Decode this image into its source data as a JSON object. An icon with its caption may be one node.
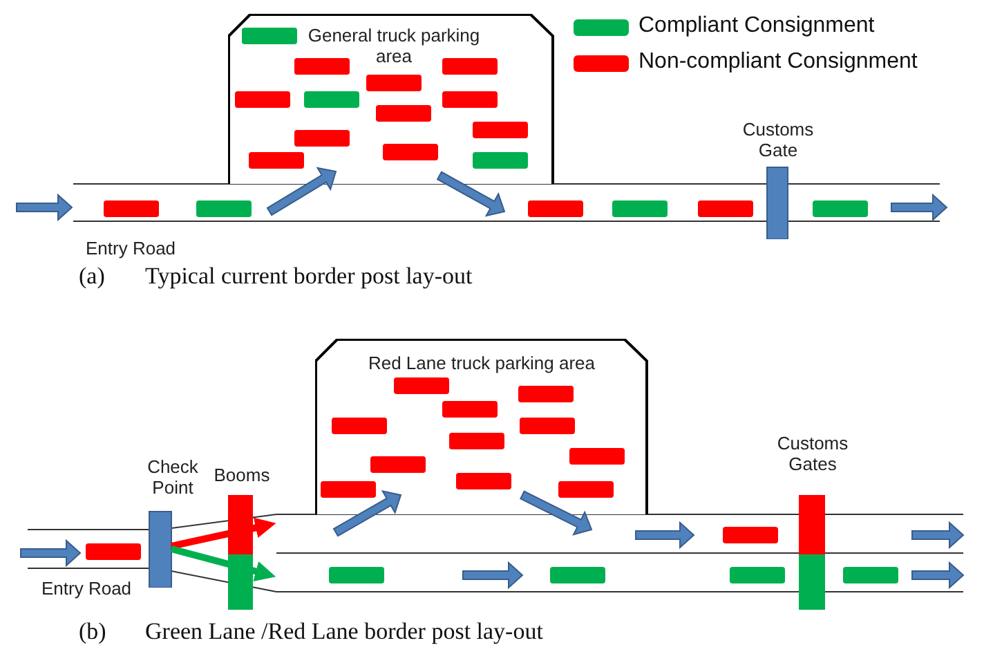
{
  "diagram": {
    "nodes": [
      {
        "text": [
          "General truck parking area"
        ]
      },
      {
        "text": [
          "Customs Gate"
        ]
      },
      {
        "text": [
          "Red Lane truck parking area"
        ]
      },
      {
        "text": [
          "Check Point"
        ]
      },
      {
        "text": [
          "Booms"
        ]
      },
      {
        "text": [
          "Customs Gates"
        ]
      }
    ],
    "edges": [
      {
        "from": 3,
        "to": 4,
        "arrow": "to",
        "color": "#ff0000"
      },
      {
        "from": 3,
        "to": 4,
        "arrow": "to",
        "color": "#00b050"
      }
    ],
    "labels": [
      "Entry Road",
      "(a)",
      "Typical current border post lay-out",
      "Entry Road",
      "(b)",
      "Green Lane /Red Lane border post lay-out"
    ],
    "legend": [
      {
        "text": "Compliant Consignment",
        "color": "#00b050"
      },
      {
        "text": "Non-compliant Consignment",
        "color": "#ff0000"
      }
    ]
  }
}
